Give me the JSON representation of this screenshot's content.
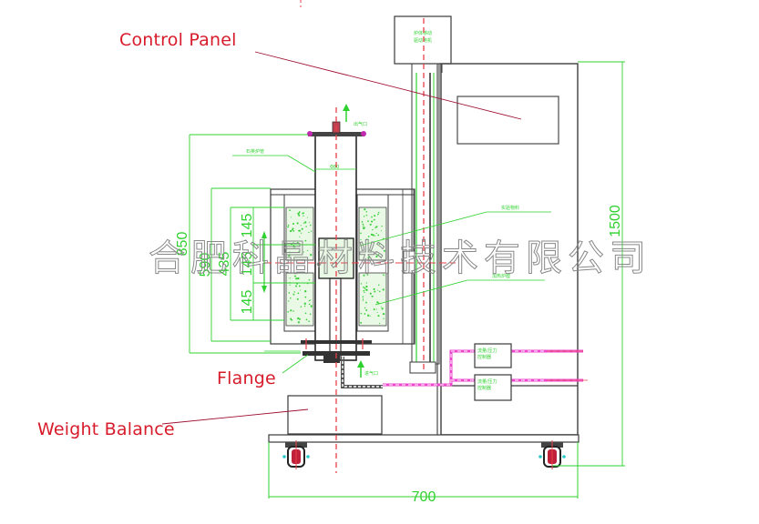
{
  "diagram": {
    "title": "Tube furnace front elevation drawing",
    "callouts": [
      {
        "id": "control-panel",
        "label": "Control Panel"
      },
      {
        "id": "flange",
        "label": "Flange"
      },
      {
        "id": "weight-balance",
        "label": "Weight Balance"
      }
    ],
    "watermark": "合肥科晶材料技术有限公司",
    "dimensions": {
      "overall_height": "1500",
      "overall_width": "700",
      "furnace_height": "850",
      "chamber_height": "590",
      "heating_zone": "435",
      "zone_top": "145",
      "zone_mid": "145",
      "zone_bottom": "145"
    },
    "small_labels": {
      "motor_box_line1": "炉体移动",
      "motor_box_line2": "驱动电机",
      "gas_outlet": "出气口",
      "gas_inlet": "进气口",
      "furnace_tube": "石英炉管",
      "tube_size": "Φ80",
      "sample_material": "实验物料",
      "insulation": "加热炉膛",
      "valve_box_1_line1": "流量/压力",
      "valve_box_1_line2": "控制器",
      "valve_box_2_line1": "流量/压力",
      "valve_box_2_line2": "控制器"
    },
    "colors": {
      "callout_text": "#d81b2a",
      "leader_line": "#a01030",
      "dimension": "#2fd12f",
      "outline": "#3a3a3a",
      "centerline": "#e8404a",
      "gas_pipe": "#ee44cc",
      "watermark": "#8a8a8a"
    }
  }
}
